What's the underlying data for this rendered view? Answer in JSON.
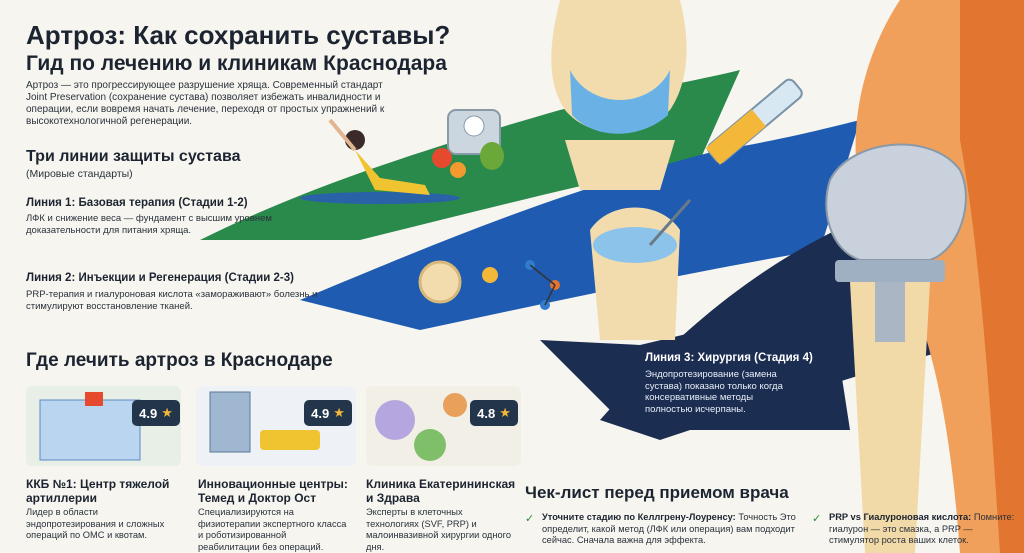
{
  "header": {
    "title_line1": "Артроз: Как сохранить суставы?",
    "title_line2": "Гид по лечению и клиникам Краснодара",
    "intro": "Артроз — это прогрессирующее разрушение хряща. Современный стандарт Joint Preservation (сохранение сустава) позволяет избежать инвалидности и операции, если вовремя начать лечение, переходя от простых упражнений к высокотехнологичной регенерации."
  },
  "defense": {
    "heading": "Три линии защиты сустава",
    "subheading": "(Мировые стандарты)",
    "lines": [
      {
        "title": "Линия 1: Базовая терапия (Стадии 1-2)",
        "text": "ЛФК и снижение веса — фундамент с высшим уровнем доказательности для питания хряща."
      },
      {
        "title": "Линия 2: Инъекции и Регенерация (Стадии 2-3)",
        "text": "PRP-терапия и гиалуроновая кислота «замораживают» болезнь и стимулируют восстановление тканей."
      },
      {
        "title": "Линия 3: Хирургия (Стадия 4)",
        "text": "Эндопротезирование (замена сустава) показано только когда консервативные методы полностью исчерпаны."
      }
    ]
  },
  "clinics": {
    "heading": "Где лечить артроз в Краснодаре",
    "items": [
      {
        "rating": "4.9",
        "title": "ККБ №1: Центр тяжелой артиллерии",
        "text": "Лидер в области эндопротезирования и сложных операций по ОМС и квотам."
      },
      {
        "rating": "4.9",
        "title": "Инновационные центры: Темед и Доктор Ост",
        "text": "Специализируются на физиотерапии экспертного класса и роботизированной реабилитации без операций."
      },
      {
        "rating": "4.8",
        "title": "Клиника Екатерининская и Здрава",
        "text": "Эксперты в клеточных технологиях (SVF, PRP) и малоинвазивной хирургии одного дня."
      }
    ]
  },
  "checklist": {
    "heading": "Чек-лист перед приемом врача",
    "items": [
      {
        "bold": "Уточните стадию по Келлгрену-Лоуренсу:",
        "text": " Точность Это определит, какой метод (ЛФК или операция) вам подходит сейчас. Сначала важна для эффекта."
      },
      {
        "bold": "PRP vs Гиалуроновая кислота:",
        "text": " Помните: гиалурон — это смазка, а PRP — стимулятор роста ваших клеток."
      }
    ]
  },
  "colors": {
    "green": "#2a8a4c",
    "blue": "#1f4f9a",
    "navy": "#1c2d52",
    "orange": "#e6863a",
    "rating_bg": "#22354b"
  }
}
